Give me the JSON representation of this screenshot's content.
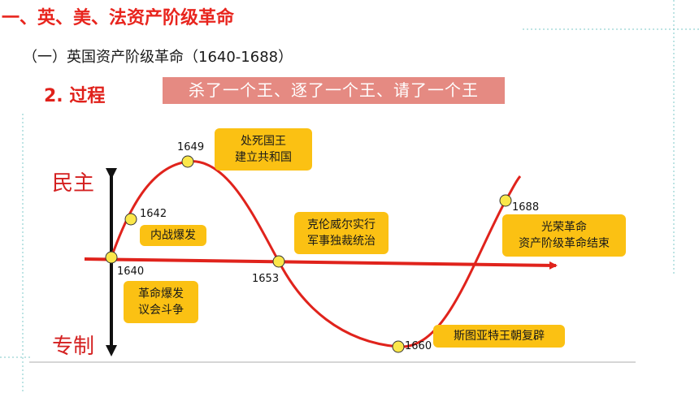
{
  "header": {
    "title": "一、英、美、法资产阶级革命",
    "subtitle": "（一）英国资产阶级革命（1640-1688）",
    "step": "2. 过程",
    "banner": "杀了一个王、逐了一个王、请了一个王"
  },
  "diagram": {
    "axis_top_label": "民主",
    "axis_bottom_label": "专制",
    "years": {
      "y1640": "1640",
      "y1642": "1642",
      "y1649": "1649",
      "y1653": "1653",
      "y1660": "1660",
      "y1688": "1688"
    },
    "events": {
      "execution_line1": "处死国王",
      "execution_line2": "建立共和国",
      "civil_war": "内战爆发",
      "cromwell_line1": "克伦威尔实行",
      "cromwell_line2": "军事独裁统治",
      "revolution_line1": "革命爆发",
      "revolution_line2": "议会斗争",
      "restoration": "斯图亚特王朝复辟",
      "glorious_line1": "光荣革命",
      "glorious_line2": "资产阶级革命结束"
    },
    "colors": {
      "curve": "#e0231c",
      "axis_arrow": "#e0231c",
      "point_fill": "#fbe74a",
      "callout": "#fbc113",
      "vertical_axis": "#111111"
    }
  }
}
